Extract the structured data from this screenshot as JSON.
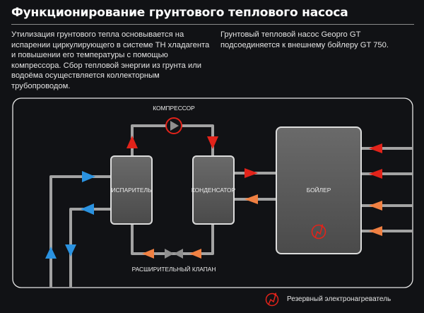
{
  "title": "Функционирование грунтового теплового насоса",
  "text": {
    "left": "Утилизация грунтового тепла основывается на испарении циркулирующего в системе ТН хладагента и повышении его температуры с помощью компрессора. Сбор тепловой энергии из грунта или водоёма осуществляется коллекторным трубопроводом.",
    "right": "Грунтовый тепловой насос Geopro GT подсоединяется к внешнему бойлеру GT 750."
  },
  "diagram": {
    "compressor": "КОМПРЕССОР",
    "evaporator": "ИСПАРИТЕЛЬ",
    "condenser": "КОНДЕНСАТОР",
    "boiler": "БОЙЛЕР",
    "valve": "РАСШИРИТЕЛЬНЫЙ КЛАПАН"
  },
  "legend": {
    "heater": "Резервный электронагреватель",
    "heater_icon": "heater-icon"
  },
  "colors": {
    "background": "#111215",
    "pipe": "#a3a3a3",
    "unit": "#5a5a5a",
    "hot": "#e2231a",
    "warm": "#f08042",
    "cold": "#2a92e0"
  }
}
